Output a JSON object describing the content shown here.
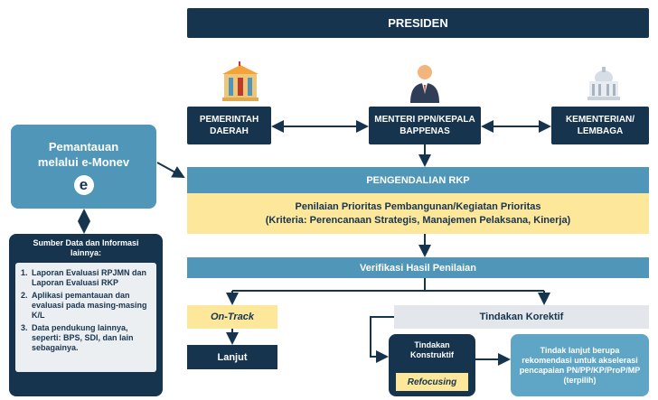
{
  "presiden": "PRESIDEN",
  "pemerintah_daerah": "PEMERINTAH DAERAH",
  "menteri": "MENTERI PPN/KEPALA BAPPENAS",
  "kementerian": "KEMENTERIAN/ LEMBAGA",
  "emonev": {
    "title": "Pemantauan melalui e-Monev",
    "logo_letter": "e"
  },
  "pengendalian": "PENGENDALIAN RKP",
  "penilaian": {
    "line1": "Penilaian Prioritas Pembangunan/Kegiatan Prioritas",
    "line2": "(Kriteria: Perencanaan Strategis, Manajemen Pelaksana, Kinerja)"
  },
  "verifikasi": "Verifikasi Hasil Penilaian",
  "ontrack": "On-Track",
  "lanjut": "Lanjut",
  "tindakan_korektif": "Tindakan Korektif",
  "tindakan_konstruktif": "Tindakan Konstruktif",
  "refocusing": "Refocusing",
  "tindak_lanjut": "Tindak lanjut berupa rekomendasi untuk akselerasi pencapaian PN/PP/KP/ProP/MP (terpilih)",
  "sumber": {
    "title": "Sumber Data dan Informasi lainnya:",
    "items": [
      {
        "num": "1.",
        "text": "Laporan Evaluasi RPJMN dan Laporan Evaluasi RKP"
      },
      {
        "num": "2.",
        "text": "Aplikasi pemantauan dan evaluasi pada masing-masing K/L"
      },
      {
        "num": "3.",
        "text": "Data pendukung lainnya, seperti: BPS, SDI, dan lain sebagainya."
      }
    ]
  },
  "colors": {
    "navy": "#17344f",
    "teal": "#4f96b8",
    "yellow": "#fde79a",
    "grey": "#e3e6ea"
  }
}
